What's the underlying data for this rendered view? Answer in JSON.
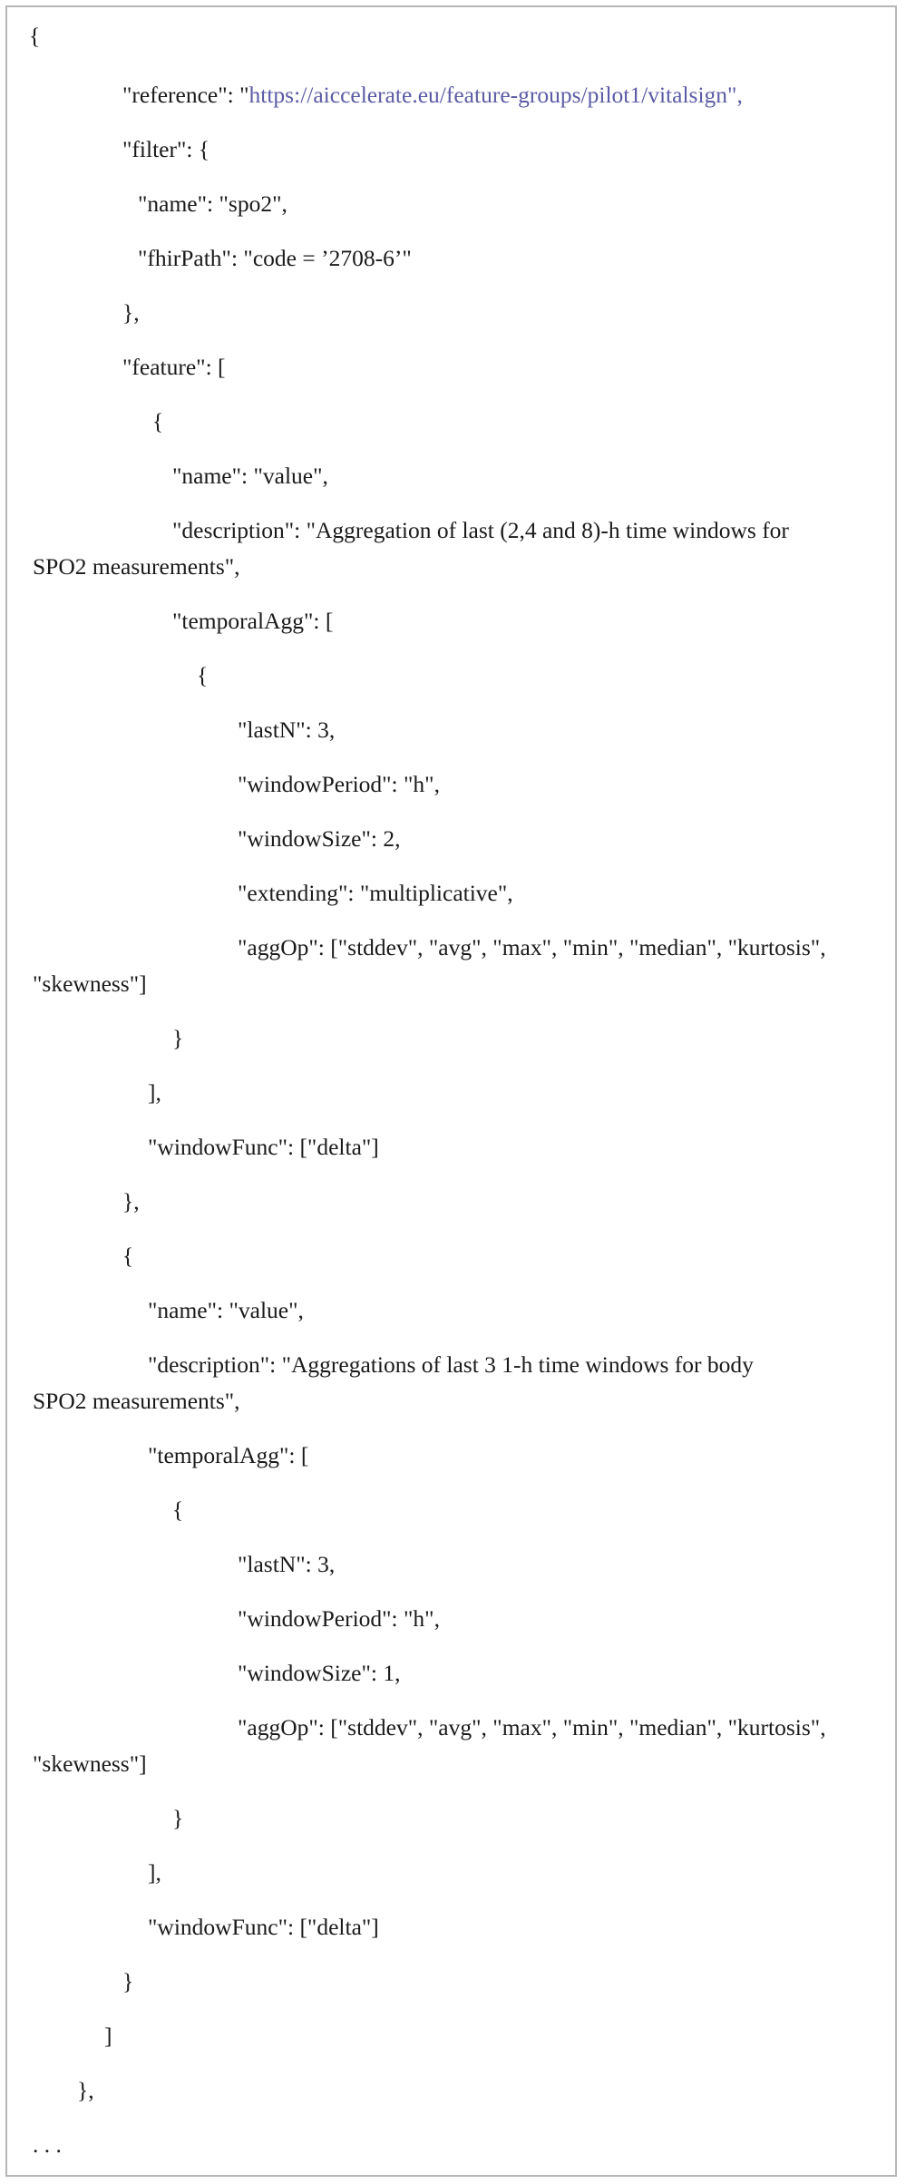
{
  "code_lines": [
    "{",
    "\"reference\": \"",
    "https://aiccelerate.eu/feature-groups/pilot1/vitalsign\",",
    "\"filter\": {",
    "\"name\": \"spo2\",",
    "\"fhirPath\": \"code = ’2708-6’\"",
    "},",
    "\"feature\": [",
    "{",
    "\"name\": \"value\",",
    "\"description\": \"Aggregation of last (2,4 and 8)-h time windows for",
    "SPO2 measurements\",",
    "\"temporalAgg\": [",
    "{",
    "\"lastN\": 3,",
    "\"windowPeriod\": \"h\",",
    "\"windowSize\": 2,",
    "\"extending\": \"multiplicative\",",
    "\"aggOp\": [\"stddev\", \"avg\", \"max\", \"min\", \"median\", \"kurtosis\",",
    "\"skewness\"]",
    "}",
    "],",
    "\"windowFunc\": [\"delta\"]",
    "},",
    "{",
    "\"name\": \"value\",",
    "\"description\": \"Aggregations of last 3 1-h time windows for body",
    "SPO2 measurements\",",
    "\"temporalAgg\": [",
    "{",
    "\"lastN\": 3,",
    "\"windowPeriod\": \"h\",",
    "\"windowSize\": 1,",
    "\"aggOp\": [\"stddev\", \"avg\", \"max\", \"min\", \"median\", \"kurtosis\",",
    "\"skewness\"]",
    "}",
    "],",
    "\"windowFunc\": [\"delta\"]",
    "}",
    "]",
    "},",
    ". . ."
  ]
}
